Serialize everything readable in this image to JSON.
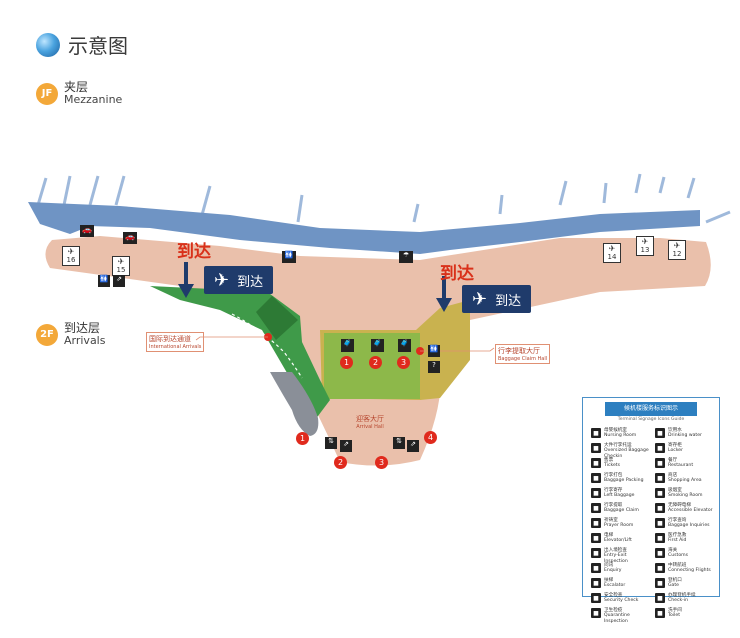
{
  "header": {
    "title": "示意图",
    "globe_icon": "globe-icon"
  },
  "floors": {
    "mezzanine": {
      "badge": "JF",
      "name_cn": "夹层",
      "name_en": "Mezzanine",
      "color": "#f3a839"
    },
    "arrivals": {
      "badge": "2F",
      "name_cn": "到达层",
      "name_en": "Arrivals",
      "color": "#f3a839"
    }
  },
  "map": {
    "callouts": {
      "left": "到达",
      "right": "到达"
    },
    "arrival_labels": {
      "left": "到达",
      "right": "到达"
    },
    "intl_passage": {
      "cn": "国际到达通道",
      "en": "International Arrivals"
    },
    "baggage_claim": {
      "cn": "行李提取大厅",
      "en": "Baggage Claim Hall"
    },
    "arrival_hall": {
      "cn": "迎客大厅",
      "en": "Arrival Hall"
    },
    "gates": [
      "16",
      "15",
      "14",
      "13",
      "12"
    ],
    "carousels": [
      "1",
      "2",
      "3"
    ],
    "exits": [
      "1",
      "2",
      "3",
      "4"
    ],
    "colors": {
      "terminal": "#eac0ab",
      "corridor": "#6f94c4",
      "green_zone": "#3f9a49",
      "claim_zone": "#c9b24f",
      "marker": "#e02a1d",
      "navy": "#1f3b6b"
    }
  },
  "legend": {
    "title": "候机楼服务标识图示",
    "subtitle": "Terminal Signage Icons Guide",
    "items": [
      {
        "icon": "nursing-room-icon",
        "cn": "母婴候机室",
        "en": "Nursing Room"
      },
      {
        "icon": "drinking-water-icon",
        "cn": "饮用水",
        "en": "Drinking water"
      },
      {
        "icon": "oversize-baggage-icon",
        "cn": "大件行李托运",
        "en": "Oversized Baggage Checkin"
      },
      {
        "icon": "locker-icon",
        "cn": "寄存柜",
        "en": "Locker"
      },
      {
        "icon": "tickets-icon",
        "cn": "售票",
        "en": "Tickets"
      },
      {
        "icon": "restaurant-icon",
        "cn": "餐厅",
        "en": "Restaurant"
      },
      {
        "icon": "baggage-packing-icon",
        "cn": "行李打包",
        "en": "Baggage Packing"
      },
      {
        "icon": "shopping-icon",
        "cn": "商店",
        "en": "Shopping Area"
      },
      {
        "icon": "left-baggage-icon",
        "cn": "行李寄存",
        "en": "Left Baggage"
      },
      {
        "icon": "smoking-room-icon",
        "cn": "吸烟室",
        "en": "Smoking Room"
      },
      {
        "icon": "baggage-claim-icon",
        "cn": "行李提取",
        "en": "Baggage Claim"
      },
      {
        "icon": "accessible-elevator-icon",
        "cn": "无障碍电梯",
        "en": "Accessible Elevator"
      },
      {
        "icon": "prayer-room-icon",
        "cn": "祈祷室",
        "en": "Prayer Room"
      },
      {
        "icon": "baggage-inquiries-icon",
        "cn": "行李查询",
        "en": "Baggage Inquiries"
      },
      {
        "icon": "elevator-icon",
        "cn": "电梯",
        "en": "Elevator/Lift"
      },
      {
        "icon": "first-aid-icon",
        "cn": "医疗急救",
        "en": "First Aid"
      },
      {
        "icon": "immigration-icon",
        "cn": "出入境检查",
        "en": "Entry-Exit Inspection"
      },
      {
        "icon": "customs-icon",
        "cn": "海关",
        "en": "Customs"
      },
      {
        "icon": "enquiry-icon",
        "cn": "问讯",
        "en": "Enquiry"
      },
      {
        "icon": "connecting-flights-icon",
        "cn": "中转航班",
        "en": "Connecting Flights"
      },
      {
        "icon": "escalator-icon",
        "cn": "扶梯",
        "en": "Escalator"
      },
      {
        "icon": "gate-icon",
        "cn": "登机口",
        "en": "Gate"
      },
      {
        "icon": "security-check-icon",
        "cn": "安全检查",
        "en": "Security Check"
      },
      {
        "icon": "check-in-icon",
        "cn": "办理登机手续",
        "en": "Check-in"
      },
      {
        "icon": "quarantine-icon",
        "cn": "卫生检疫",
        "en": "Quarantine Inspection"
      },
      {
        "icon": "toilet-icon",
        "cn": "洗手间",
        "en": "Toilet"
      }
    ]
  }
}
